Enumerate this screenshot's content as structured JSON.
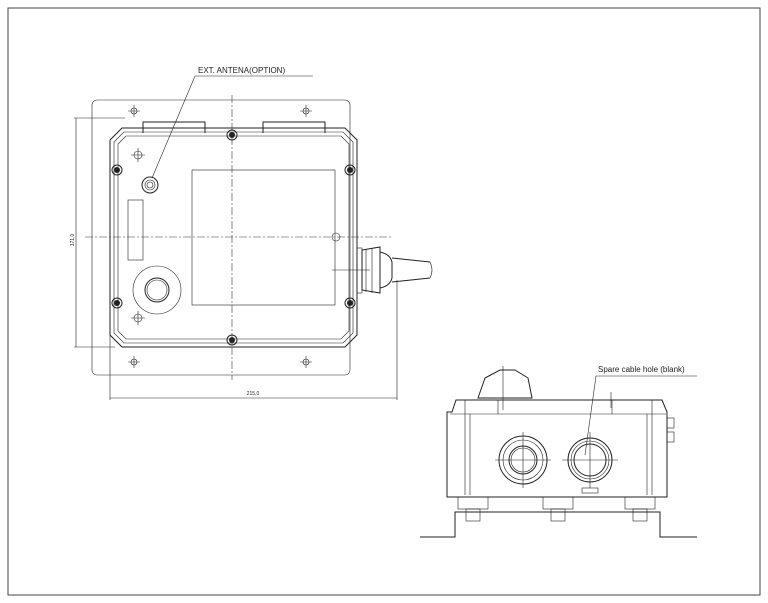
{
  "labels": {
    "antenna": "EXT. ANTENA(OPTION)",
    "spare_hole": "Spare cable hole (blank)"
  },
  "dimensions": {
    "height": "171,0",
    "width": "215,0"
  }
}
